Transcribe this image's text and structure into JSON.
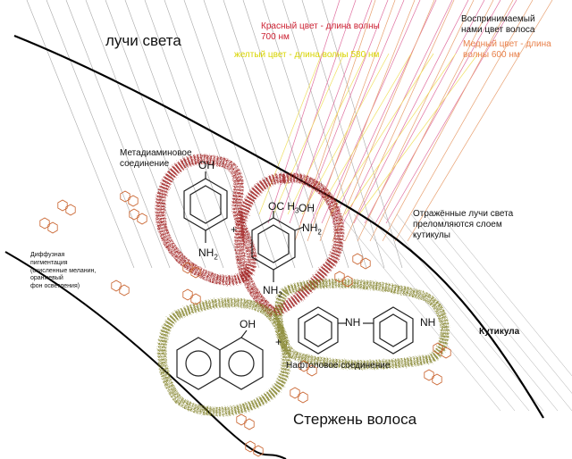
{
  "labels": {
    "light_rays": "лучи света",
    "hair_shaft": "Стержень волоса",
    "red_color": "Красный цвет - длина волны\n700 нм",
    "yellow_color": "желтый цвет - длина волны 580 нм",
    "perceived_color": "Воспринимаемый\nнами цвет волоса",
    "copper_color": "Медный цвет - длина\nволны 600 нм",
    "metadiamine": "Метадиаминовое\nсоединение",
    "reflected_rays": "Отражённые лучи света\nпреломляются слоем\nкутикулы",
    "diffuse_pigmentation": "Диффузная\nпигментация\n(окисленные меланин,\nоранжевый\nфон осветления)",
    "naphthol": "Нафтоловое соединение",
    "cuticle": "Кутикула"
  },
  "chem_labels": {
    "oh_top": "OH",
    "nh2_left": "NH",
    "oc_label": "OC",
    "h_label": "H",
    "oh_mid": "OH",
    "nh2_right": "NH",
    "nh2_bottom": "NH",
    "oh_naph": "OH",
    "nh_a": "NH",
    "nh_b": "NH",
    "sub2": "2",
    "sub3": "3",
    "plus": "+"
  },
  "colors": {
    "red_text": "#cc2233",
    "yellow_text": "#d8d400",
    "copper_text": "#e8804a",
    "red_blob": "#8b1a1a",
    "olive_blob": "#8f8a2c",
    "ray_gray": "#a8a8a8",
    "ray_pink": "#e070a0",
    "ray_orange": "#e8a070",
    "ray_yellow": "#f0e060",
    "melanin": "#c8602a"
  }
}
